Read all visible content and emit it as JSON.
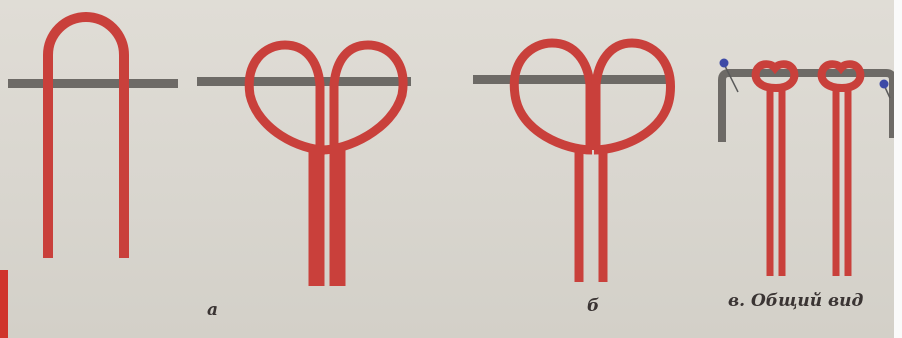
{
  "captions": {
    "a": "а",
    "b": "б",
    "c": "в. Общий вид"
  },
  "colors": {
    "cord": "#c9403b",
    "cord_edge": "#a92f2c",
    "bar": "#6d6a66",
    "pin_head": "#3d4aa6",
    "background": "#d9d6cf"
  },
  "icons": [
    "cord-loop",
    "cord-knot",
    "holding-bar",
    "pin"
  ]
}
